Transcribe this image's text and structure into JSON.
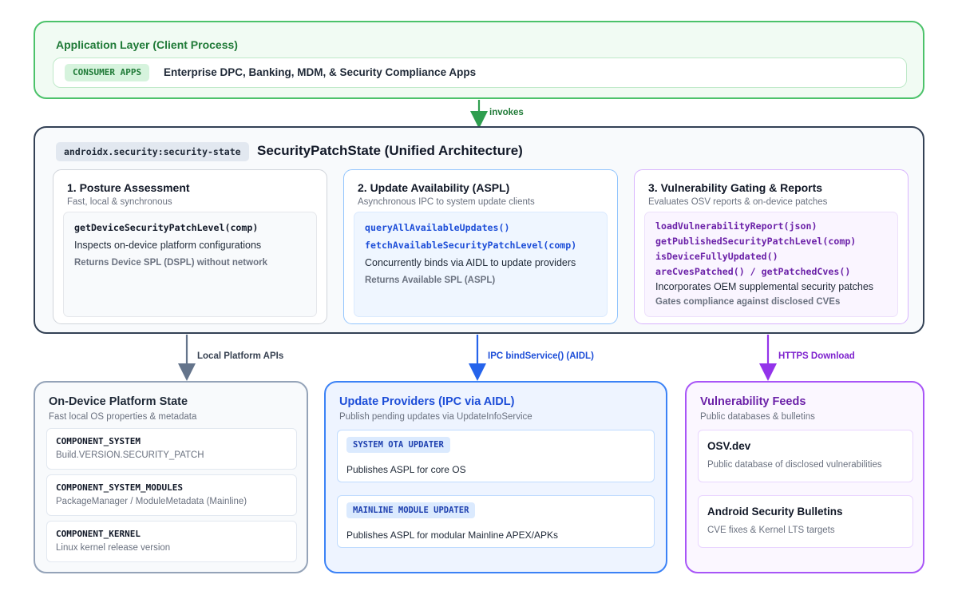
{
  "app_layer": {
    "title": "Application Layer (Client Process)",
    "badge": "CONSUMER APPS",
    "text": "Enterprise DPC, Banking, MDM, & Security Compliance Apps"
  },
  "connectors": {
    "invokes": "invokes",
    "local": "Local Platform APIs",
    "ipc": "IPC bindService() (AIDL)",
    "https": "HTTPS Download"
  },
  "unified": {
    "badge": "androidx.security:security-state",
    "title": "SecurityPatchState (Unified Architecture)",
    "cards": [
      {
        "title": "1. Posture Assessment",
        "subtitle": "Fast, local & synchronous",
        "lines": [
          "getDeviceSecurityPatchLevel(comp)",
          "Inspects on-device platform configurations",
          "Returns Device SPL (DSPL) without network"
        ]
      },
      {
        "title": "2. Update Availability (ASPL)",
        "subtitle": "Asynchronous IPC to system update clients",
        "lines": [
          "queryAllAvailableUpdates()",
          "fetchAvailableSecurityPatchLevel(comp)",
          "Concurrently binds via AIDL to update providers",
          "Returns Available SPL (ASPL)"
        ]
      },
      {
        "title": "3. Vulnerability Gating & Reports",
        "subtitle": "Evaluates OSV reports & on-device patches",
        "lines": [
          "loadVulnerabilityReport(json)",
          "getPublishedSecurityPatchLevel(comp)",
          "isDeviceFullyUpdated()",
          "areCvesPatched() / getPatchedCves()",
          "Incorporates OEM supplemental security patches",
          "Gates compliance against disclosed CVEs"
        ]
      }
    ]
  },
  "platform": {
    "title": "On-Device Platform State",
    "subtitle": "Fast local OS properties & metadata",
    "items": [
      {
        "name": "COMPONENT_SYSTEM",
        "desc": "Build.VERSION.SECURITY_PATCH"
      },
      {
        "name": "COMPONENT_SYSTEM_MODULES",
        "desc": "PackageManager / ModuleMetadata (Mainline)"
      },
      {
        "name": "COMPONENT_KERNEL",
        "desc": "Linux kernel release version"
      }
    ]
  },
  "providers": {
    "title": "Update Providers (IPC via AIDL)",
    "subtitle": "Publish pending updates via UpdateInfoService",
    "items": [
      {
        "badge": "SYSTEM OTA UPDATER",
        "desc": "Publishes ASPL for core OS"
      },
      {
        "badge": "MAINLINE MODULE UPDATER",
        "desc": "Publishes ASPL for modular Mainline APEX/APKs"
      }
    ]
  },
  "feeds": {
    "title": "Vulnerability Feeds",
    "subtitle": "Public databases & bulletins",
    "items": [
      {
        "name": "OSV.dev",
        "desc": "Public database of disclosed vulnerabilities"
      },
      {
        "name": "Android Security Bulletins",
        "desc": "CVE fixes & Kernel LTS targets"
      }
    ]
  },
  "colors": {
    "app_green": "#4cc26a",
    "core_slate": "#334155",
    "platform_gray": "#94a3b8",
    "provider_blue": "#3b82f6",
    "feed_purple": "#a855f7"
  }
}
